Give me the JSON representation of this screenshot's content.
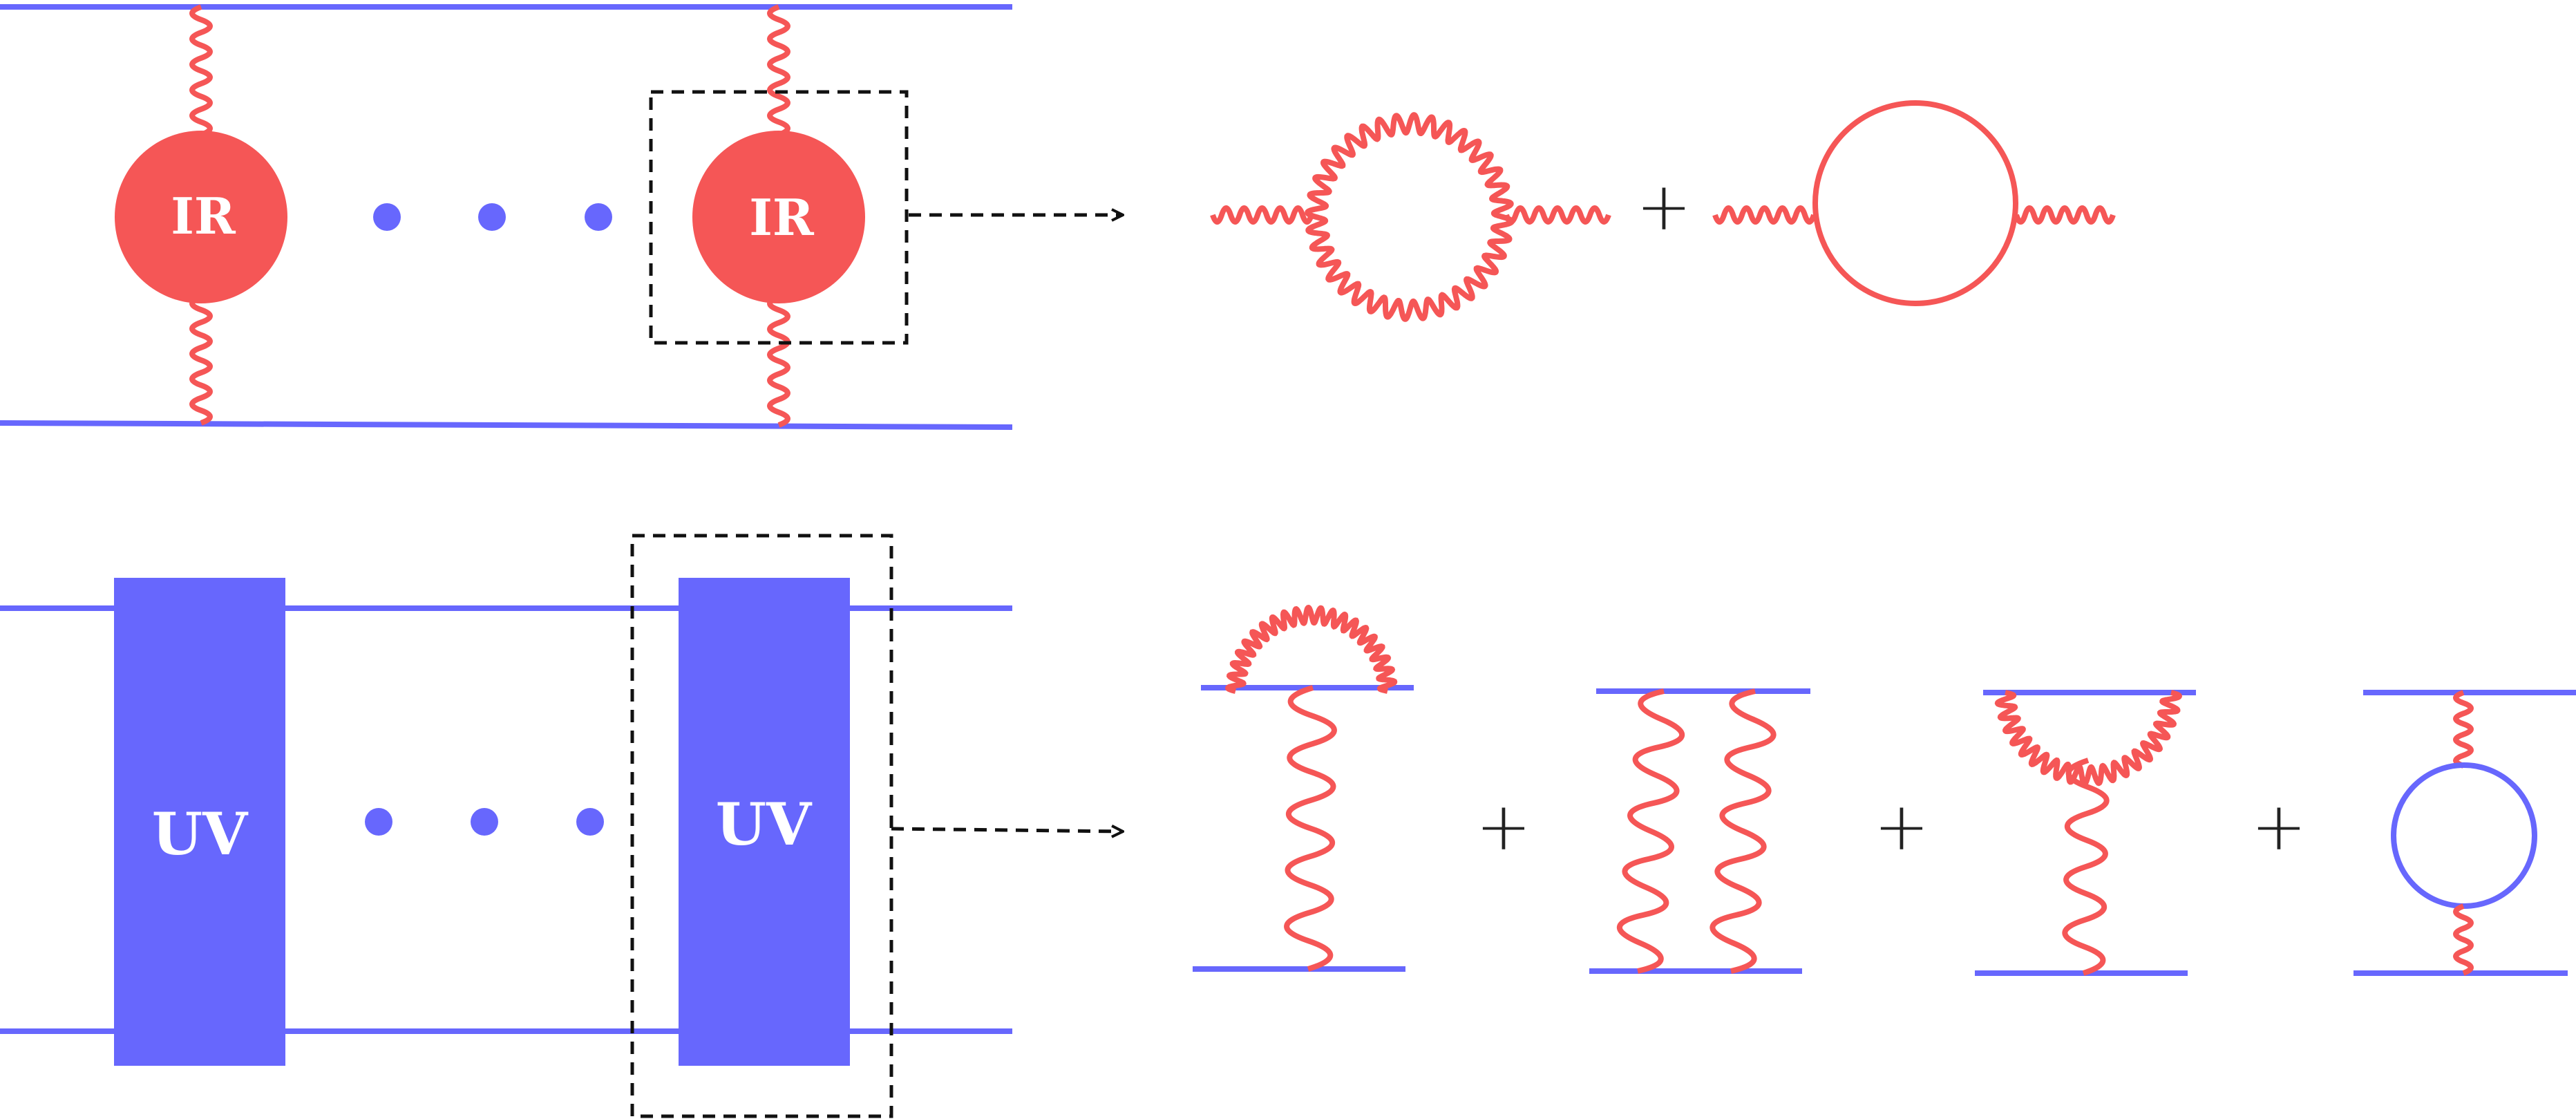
{
  "colors": {
    "fermion": "#6767fd",
    "photon": "#f55656",
    "dash": "#111111",
    "plus": "#222222",
    "label": "#ffffff"
  },
  "ir_row": {
    "blob_label_1": "IR",
    "blob_label_2": "IR"
  },
  "uv_row": {
    "box_label_1": "UV",
    "box_label_2": "UV"
  },
  "operators": {
    "plus": "+"
  }
}
